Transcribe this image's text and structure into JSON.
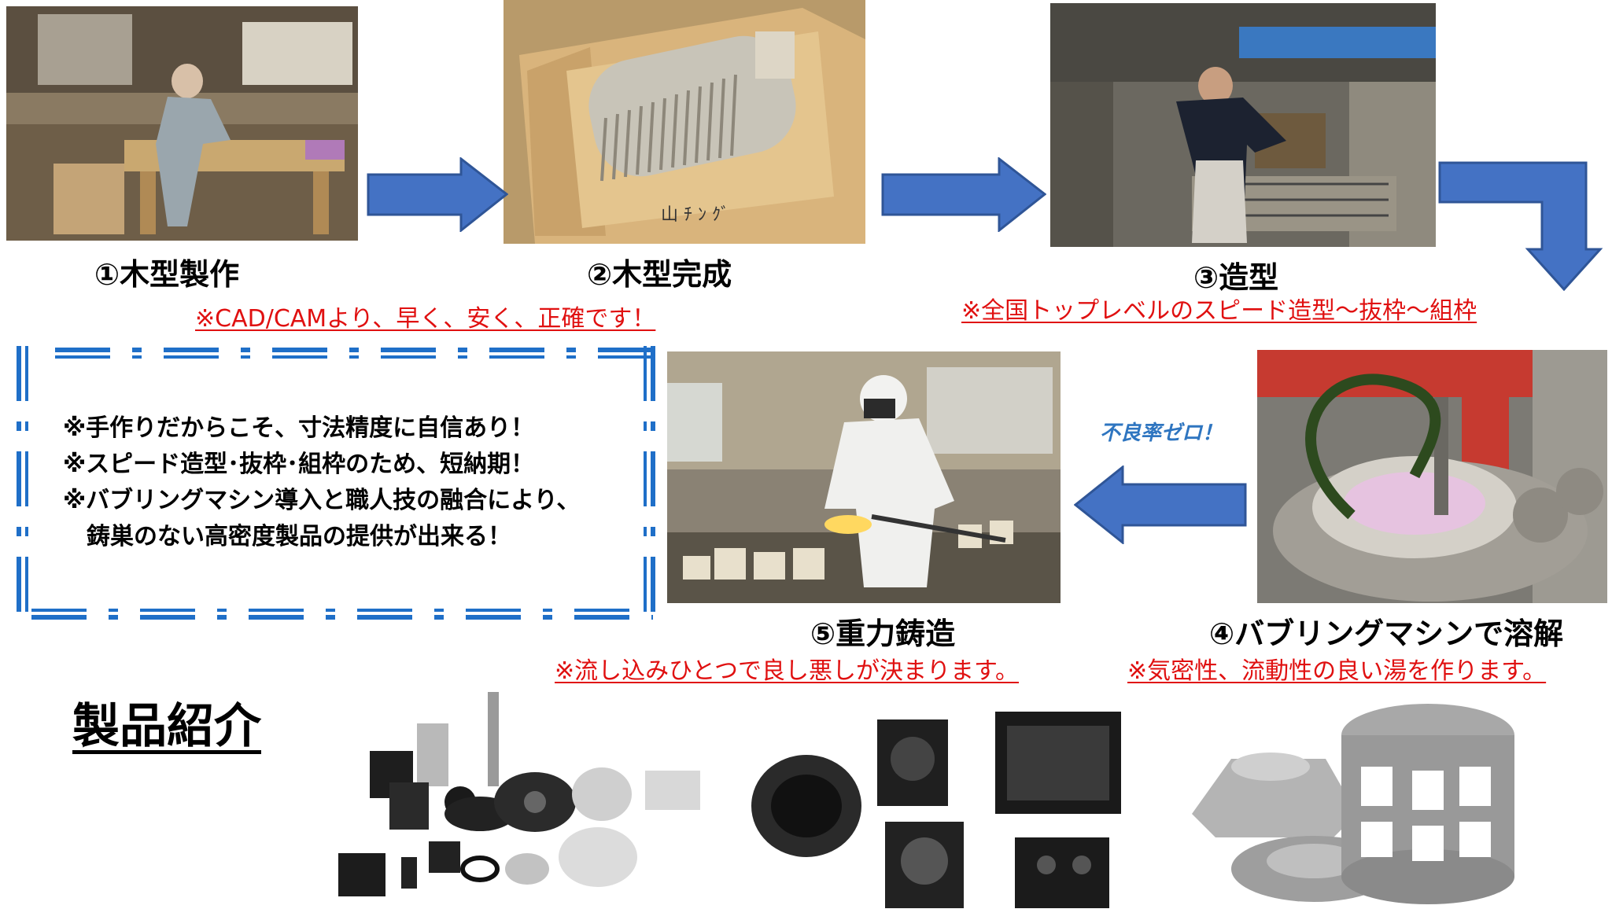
{
  "steps": {
    "step1": {
      "label": "①木型製作"
    },
    "step2": {
      "label": "②木型完成"
    },
    "step3": {
      "label": "③造型"
    },
    "step4": {
      "label": "④バブリングマシンで溶解"
    },
    "step5": {
      "label": "⑤重力鋳造"
    }
  },
  "notes": {
    "cad": "※CAD/CAMより、早く、安く、正確です！",
    "molding": "※全国トップレベルのスピード造型～抜枠～組枠",
    "pouring": "※流し込みひとつで良し悪しが決まります。",
    "melting": "※気密性、流動性の良い湯を作ります。"
  },
  "zero_defect": "不良率ゼロ！",
  "info_box": {
    "lines": [
      "※手作りだからこそ、寸法精度に自信あり！",
      "※スピード造型･抜枠･組枠のため、短納期！",
      "※バブリングマシン導入と職人技の融合により、",
      "　鋳巣のない高密度製品の提供が出来る！"
    ]
  },
  "products": {
    "title": "製品紹介"
  },
  "colors": {
    "arrow_fill": "#4472c4",
    "arrow_stroke": "#2f5597",
    "note_red": "#e01010",
    "frame_blue": "#1f6fc8"
  }
}
